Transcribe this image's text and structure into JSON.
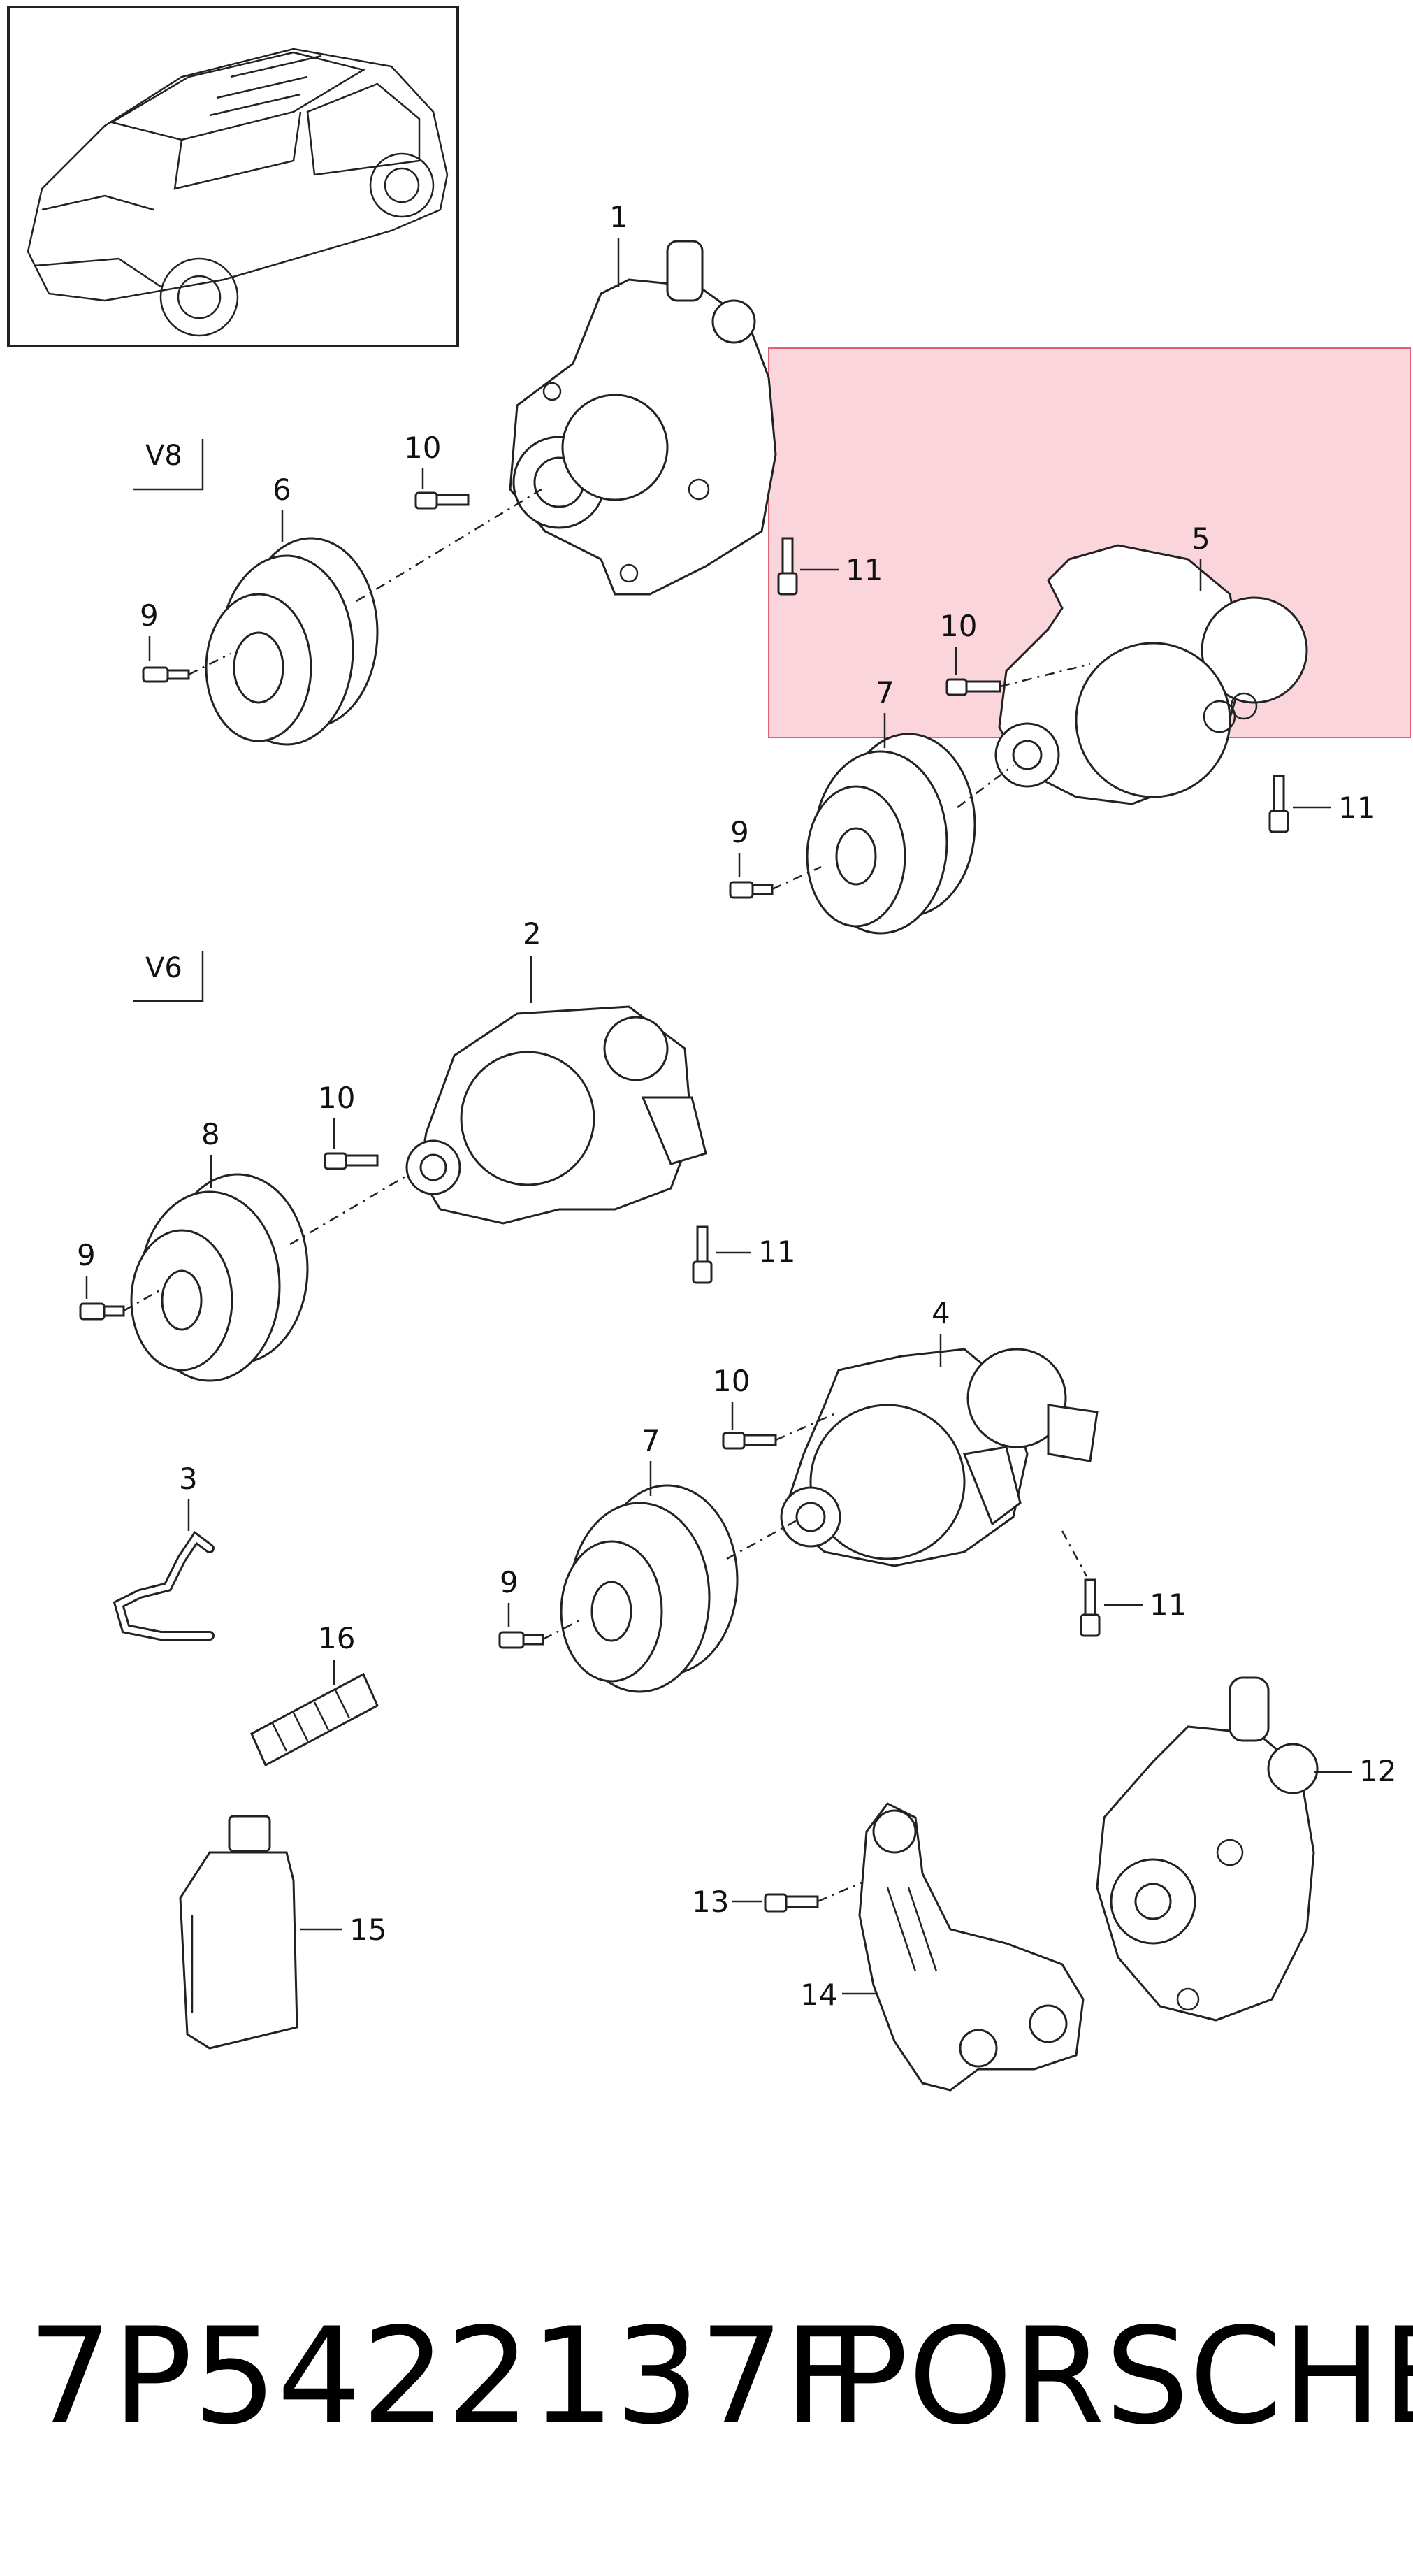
{
  "callouts": {
    "c1": "1",
    "c2": "2",
    "c3": "3",
    "c4": "4",
    "c5": "5",
    "c6": "6",
    "c7a": "7",
    "c7b": "7",
    "c8": "8",
    "c9a": "9",
    "c9b": "9",
    "c9c": "9",
    "c9d": "9",
    "c10a": "10",
    "c10b": "10",
    "c10c": "10",
    "c10d": "10",
    "c11a": "11",
    "c11b": "11",
    "c11c": "11",
    "c11d": "11",
    "c12": "12",
    "c13": "13",
    "c14": "14",
    "c15": "15",
    "c16": "16"
  },
  "engine_labels": {
    "v8": "V8",
    "v6": "V6"
  },
  "highlight": {
    "color": "#f8c8d0",
    "border": "#e06070"
  },
  "footer": {
    "part_number": "7P5422137F",
    "brand": "PORSCHE"
  }
}
